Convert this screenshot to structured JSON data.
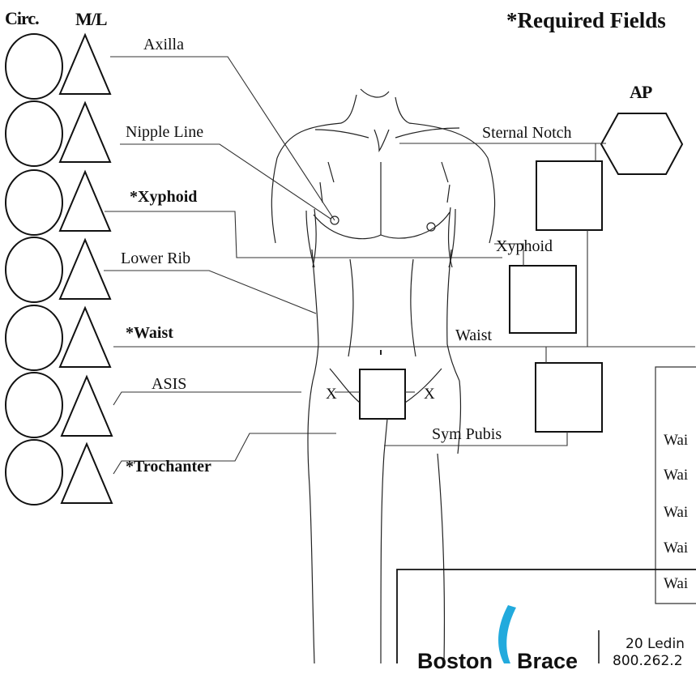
{
  "headers": {
    "circ": "Circ.",
    "ml": "M/L",
    "required": "*Required Fields",
    "ap": "AP"
  },
  "left_labels": {
    "axilla": "Axilla",
    "nipple_line": "Nipple Line",
    "xyphoid": "*Xyphoid",
    "lower_rib": "Lower Rib",
    "waist": "*Waist",
    "asis": "ASIS",
    "trochanter": "*Trochanter"
  },
  "right_labels": {
    "sternal_notch": "Sternal Notch",
    "xyphoid": "Xyphoid",
    "waist": "Waist",
    "sym_pubis": "Sym Pubis"
  },
  "marks": {
    "x_left": "X",
    "x_right": "X"
  },
  "side_panel": {
    "items": [
      "Wai",
      "Wai",
      "Wai",
      "Wai",
      "Wai"
    ]
  },
  "footer": {
    "logo_word1": "Boston",
    "logo_word2": "Brace",
    "address_line1": "20 Ledin",
    "address_line2": "800.262.2"
  }
}
